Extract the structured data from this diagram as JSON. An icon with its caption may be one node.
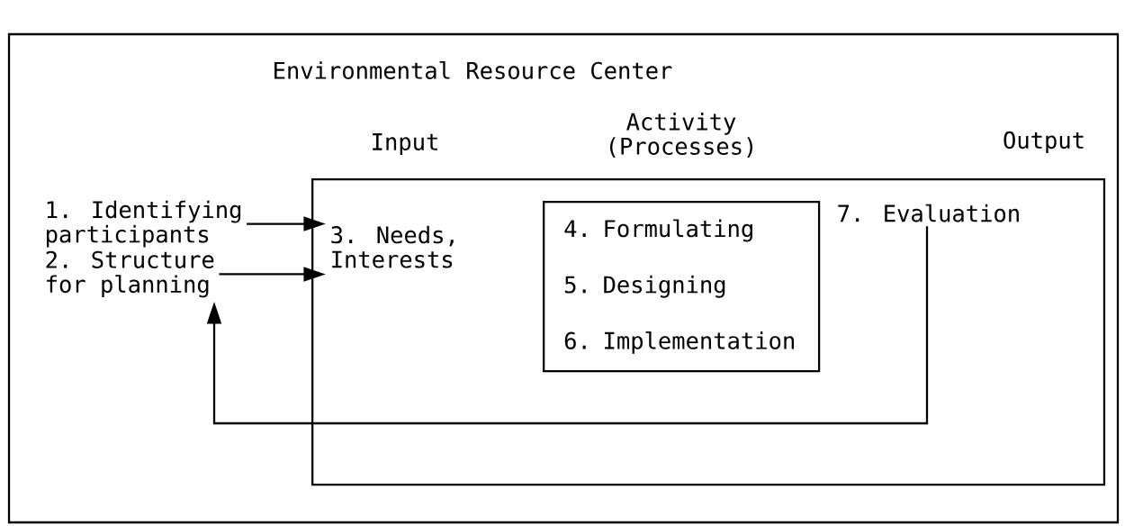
{
  "diagram": {
    "title": "Environmental Resource Center",
    "nodes": [
      {
        "text": [
          "1. Identifying participants"
        ]
      },
      {
        "text": [
          "2. Structure for planning"
        ]
      },
      {
        "text": [
          "Input",
          "Activity (Processes)",
          "Output"
        ]
      },
      {
        "text": [
          "3. Needs, Interests"
        ],
        "in": 2
      },
      {
        "text": [
          "4. Formulating",
          "5. Designing",
          "6. Implementation"
        ],
        "in": 2
      },
      {
        "text": [
          "7. Evaluation"
        ],
        "in": 2
      }
    ],
    "edges": [
      {
        "from": 0,
        "to": 3,
        "arrow": "to"
      },
      {
        "from": 1,
        "to": 3,
        "arrow": "to"
      },
      {
        "from": 5,
        "to": 1,
        "arrow": "to"
      }
    ]
  }
}
